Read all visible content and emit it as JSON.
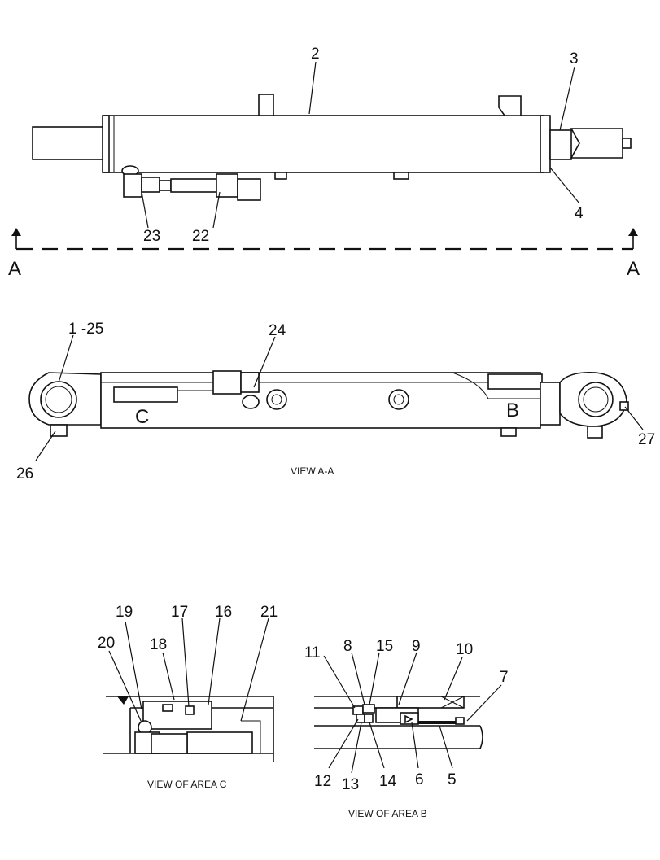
{
  "callouts": {
    "c1_25": "1 -25",
    "c2": "2",
    "c3": "3",
    "c4": "4",
    "c5": "5",
    "c6": "6",
    "c7": "7",
    "c8": "8",
    "c9": "9",
    "c10": "10",
    "c11": "11",
    "c12": "12",
    "c13": "13",
    "c14": "14",
    "c15": "15",
    "c16": "16",
    "c17": "17",
    "c18": "18",
    "c19": "19",
    "c20": "20",
    "c21": "21",
    "c22": "22",
    "c23": "23",
    "c24": "24",
    "c26": "26",
    "c27": "27"
  },
  "section_marks": {
    "left": "A",
    "right": "A"
  },
  "area_marks": {
    "c": "C",
    "b": "B"
  },
  "captions": {
    "view_aa": "VIEW A-A",
    "view_area_c": "VIEW OF AREA  C",
    "view_area_b": "VIEW OF AREA  B"
  }
}
